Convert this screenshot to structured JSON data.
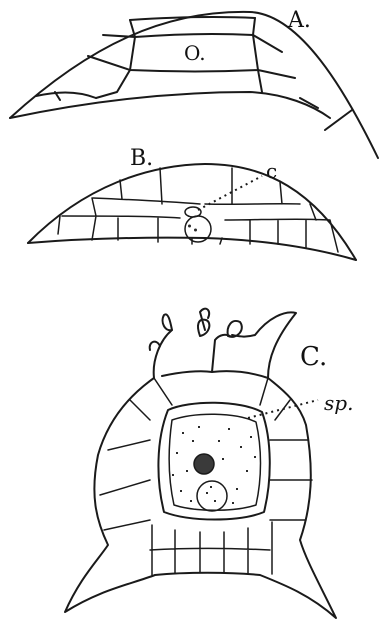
{
  "figure": {
    "panel_a": {
      "label": "A.",
      "cell_label": "O."
    },
    "panel_b": {
      "label": "B.",
      "pointer_label": "c"
    },
    "panel_c": {
      "label": "C.",
      "pointer_label": "sp."
    }
  }
}
